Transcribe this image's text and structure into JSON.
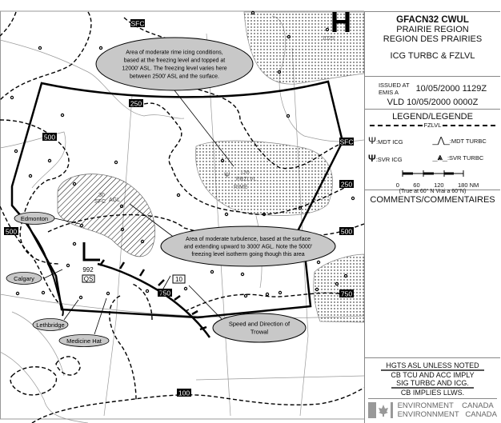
{
  "panel": {
    "title": "GFACN32  CWUL",
    "region_en": "PRAIRIE REGION",
    "region_fr": "REGION DES PRAIRIES",
    "product": "ICG TURBC & FZLVL",
    "issued_label_en": "ISSUED AT",
    "issued_label_fr": "EMIS A",
    "issued_value": "10/05/2000  1129Z",
    "valid": "VLD  10/05/2000  0000Z",
    "legend_title": "LEGEND/LEGENDE",
    "legend_fzlvl": "FZLVL",
    "legend_items": [
      ":MDT ICG",
      ":MDT TURBC",
      ":SVR ICG",
      ":SVR TURBC"
    ],
    "scale_ticks": [
      "0",
      "60",
      "120",
      "180 NM"
    ],
    "scale_note": "(True at 60° N  Vrai a 60°N)",
    "comments_title": "COMMENTS/COMMENTAIRES",
    "notes": [
      "HGTS ASL UNLESS NOTED",
      "CB TCU AND ACC IMPLY",
      "SIG TURBC AND ICG.",
      "CB IMPLIES LLWS."
    ],
    "agency_en": "ENVIRONMENT    CANADA",
    "agency_fr": "ENVIRONNMENT   CANADA"
  },
  "map": {
    "contour_labels": [
      "SFC",
      "250",
      "500",
      "500",
      "SFC",
      "250",
      "500",
      "750",
      "750",
      "100"
    ],
    "high": {
      "letter": "H",
      "pressure": "1025"
    },
    "low": {
      "letter": "L",
      "pressure": "992",
      "tag": "QS"
    },
    "trowal_speed": "10",
    "icing_label": {
      "top": "120",
      "base": "FRZLVL",
      "type": "RIME"
    },
    "turb_label": {
      "top": "30",
      "base": "SFC",
      "unit": "AGL"
    },
    "cities": [
      "Edmonton",
      "Calgary",
      "Lethbridge",
      "Medicine Hat"
    ],
    "callouts": {
      "icing": [
        "Area of moderate rime icing conditions,",
        "based at the freezing level and topped at",
        "12000' ASL.  The freezing level varies here",
        "between 2500' ASL and the surface."
      ],
      "turbulence": [
        "Area of moderate turbulence, based at the surface",
        "and extending upward to 3000' AGL.  Note the 5000'",
        "freezing level isotherm going though this area"
      ],
      "trowal": [
        "Speed and Direction of",
        "Trowal"
      ]
    },
    "colors": {
      "callout_fill": "#c8c8c8",
      "label_box": "#000000",
      "border": "#999999"
    }
  }
}
